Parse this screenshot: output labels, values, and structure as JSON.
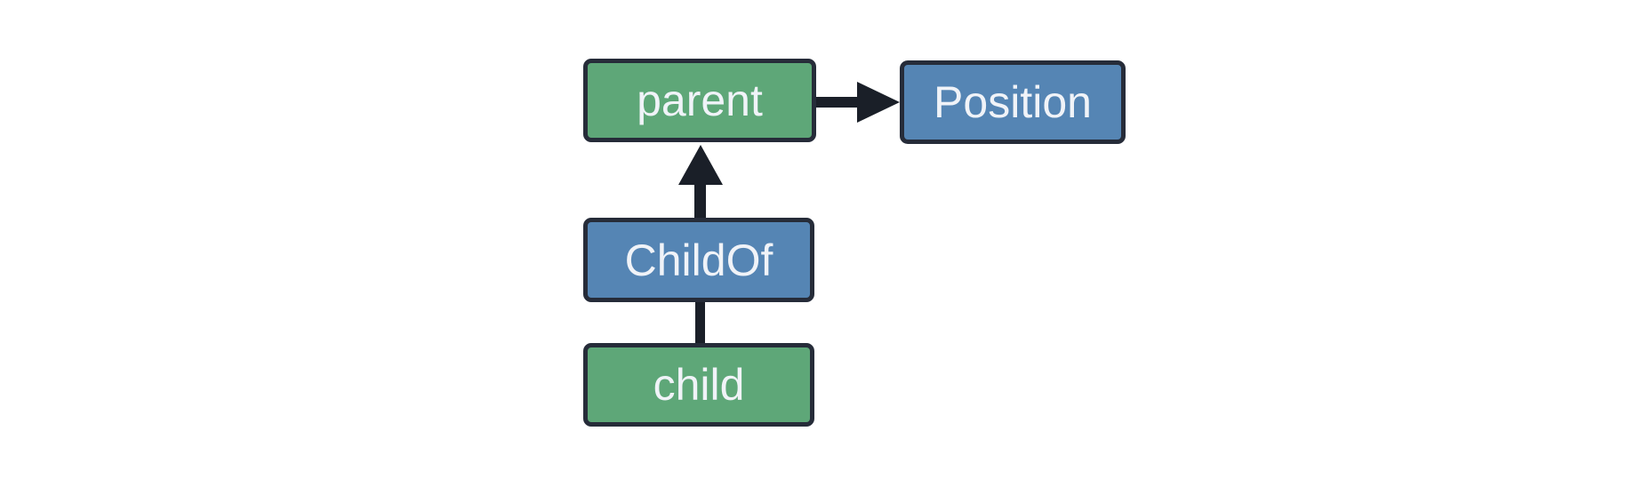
{
  "diagram": {
    "background": "#ffffff",
    "colors": {
      "entity_fill": "#5EA778",
      "component_fill": "#5585B4",
      "node_border": "#262C39",
      "edge": "#1A1F28",
      "label_text": "#F0F3F8"
    },
    "nodes": [
      {
        "id": "parent",
        "label": "parent",
        "fill": "entity_fill"
      },
      {
        "id": "position",
        "label": "Position",
        "fill": "component_fill"
      },
      {
        "id": "childof",
        "label": "ChildOf",
        "fill": "component_fill"
      },
      {
        "id": "child",
        "label": "child",
        "fill": "entity_fill"
      }
    ],
    "edges": [
      {
        "id": "parent-to-position",
        "from": "parent",
        "to": "Position",
        "type": "arrow"
      },
      {
        "id": "childof-to-parent",
        "from": "ChildOf",
        "to": "parent",
        "type": "arrow"
      },
      {
        "id": "child-to-childof",
        "from": "child",
        "to": "ChildOf",
        "type": "line"
      }
    ]
  }
}
